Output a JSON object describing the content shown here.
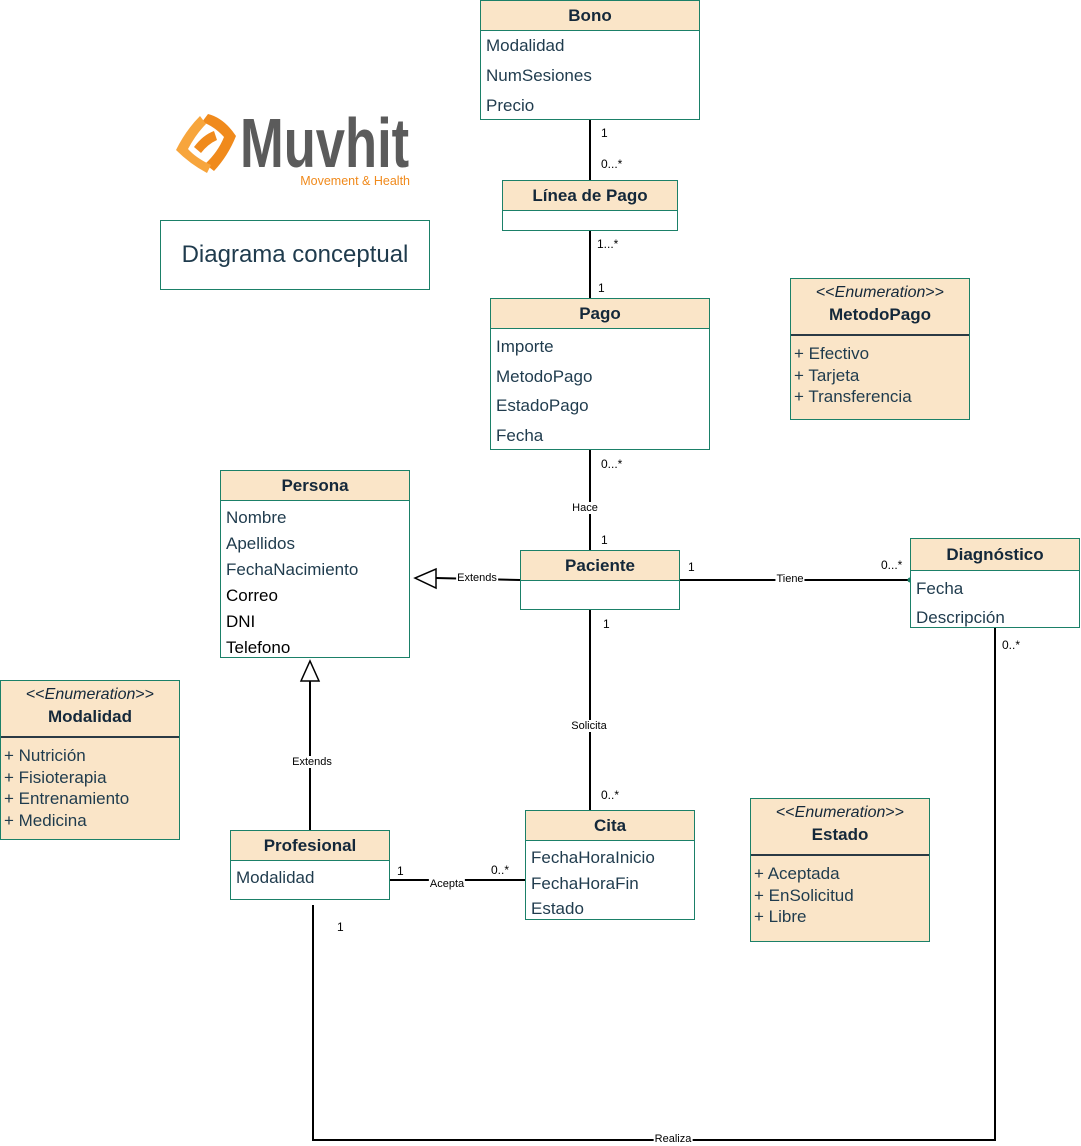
{
  "title_box": {
    "text": "Diagrama conceptual"
  },
  "logo": {
    "name": "Muvhit",
    "tagline": "Movement & Health"
  },
  "colors": {
    "border": "#1b8068",
    "header_fill": "#fae5c8",
    "text": "#1f3b4d",
    "logo_orange": "#f08a1c",
    "logo_orange_light": "#f7a53c",
    "logo_gray": "#5b5b5b"
  },
  "classes": {
    "bono": {
      "name": "Bono",
      "attributes": [
        "Modalidad",
        "NumSesiones",
        "Precio"
      ]
    },
    "linea_pago": {
      "name": "Línea de Pago",
      "attributes": []
    },
    "pago": {
      "name": "Pago",
      "attributes": [
        "Importe",
        "MetodoPago",
        "EstadoPago",
        "Fecha"
      ]
    },
    "persona": {
      "name": "Persona",
      "attributes": [
        "Nombre",
        "Apellidos",
        "FechaNacimiento",
        "Correo",
        "DNI",
        "Telefono"
      ]
    },
    "paciente": {
      "name": "Paciente",
      "attributes": []
    },
    "profesional": {
      "name": "Profesional",
      "attributes": [
        "Modalidad"
      ]
    },
    "cita": {
      "name": "Cita",
      "attributes": [
        "FechaHoraInicio",
        "FechaHoraFin",
        "Estado"
      ]
    },
    "diagnostico": {
      "name": "Diagnóstico",
      "attributes": [
        "Fecha",
        "Descripción"
      ]
    }
  },
  "enumerations": {
    "metodo_pago": {
      "stereotype_open": "<<",
      "stereotype": "Enumeration",
      "stereotype_close": ">>",
      "name": "MetodoPago",
      "literals": [
        "+ Efectivo",
        "+ Tarjeta",
        "+ Transferencia"
      ]
    },
    "modalidad": {
      "stereotype_open": "<<",
      "stereotype": "Enumeration",
      "stereotype_close": ">>",
      "name": "Modalidad",
      "literals": [
        "+ Nutrición",
        "+ Fisioterapia",
        "+ Entrenamiento",
        "+ Medicina"
      ]
    },
    "estado": {
      "stereotype_open": "<<",
      "stereotype": "Enumeration",
      "stereotype_close": ">>",
      "name": "Estado",
      "literals": [
        "+ Aceptada",
        "+ EnSolicitud",
        "+ Libre"
      ]
    }
  },
  "relationships": {
    "bono_linea_pago": {
      "bono_multiplicity": "1",
      "linea_multiplicity": "0...*"
    },
    "linea_pago_pago": {
      "linea_multiplicity": "1...*",
      "pago_multiplicity": "1"
    },
    "pago_paciente": {
      "label": "Hace",
      "pago_multiplicity": "0...*",
      "paciente_multiplicity": "1"
    },
    "paciente_persona": {
      "label": "Extends"
    },
    "profesional_persona": {
      "label": "Extends"
    },
    "paciente_diagnostico": {
      "label": "Tiene",
      "paciente_multiplicity": "1",
      "diagnostico_multiplicity": "0...*"
    },
    "paciente_cita": {
      "label": "Solicita",
      "paciente_multiplicity": "1",
      "cita_multiplicity": "0..*"
    },
    "profesional_cita": {
      "label": "Acepta",
      "profesional_multiplicity": "1",
      "cita_multiplicity": "0..*"
    },
    "profesional_diagnostico": {
      "label": "Realiza",
      "profesional_multiplicity": "1",
      "diagnostico_multiplicity": "0..*"
    }
  }
}
